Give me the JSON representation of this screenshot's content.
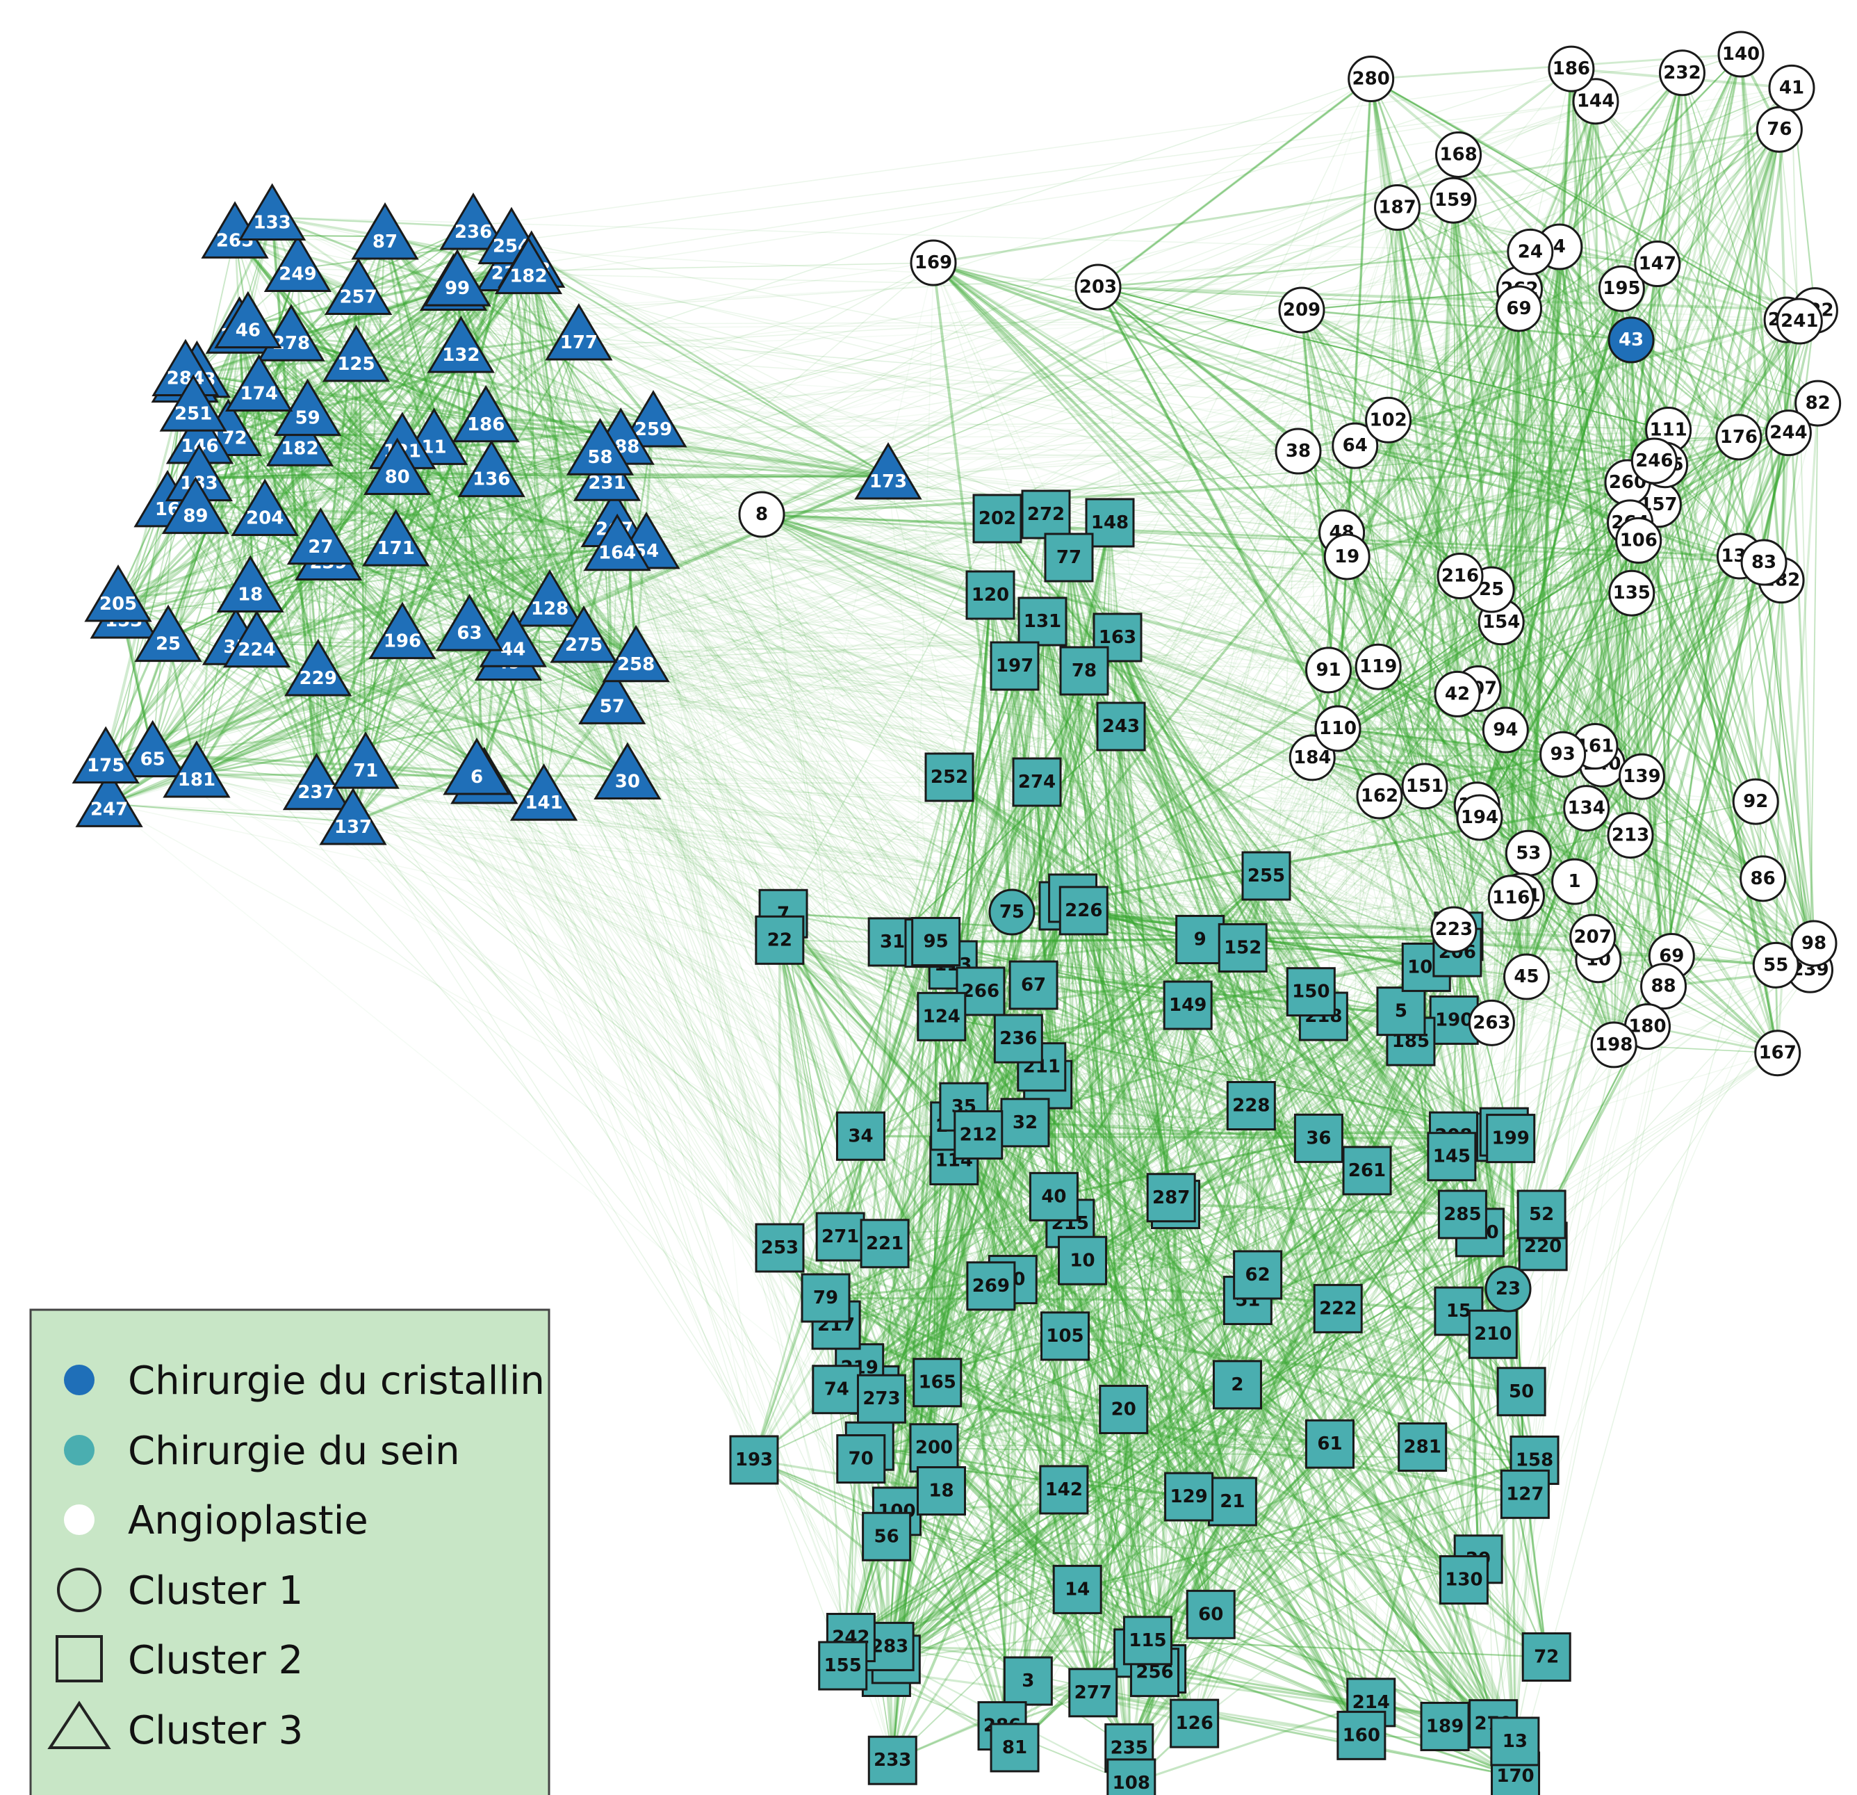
{
  "colors": {
    "chirurgie_du_cristallin": "#1f6fb8",
    "chirurgie_du_sein": "#4aaeb0",
    "angioplastie": "#ffffff",
    "edge": "#3aa832",
    "legend_bg": "#c8e6c6"
  },
  "legend": {
    "items": [
      {
        "label": "Chirurgie du cristallin",
        "symbol": "dot",
        "color": "#1f6fb8"
      },
      {
        "label": "Chirurgie du sein",
        "symbol": "dot",
        "color": "#4aaeb0"
      },
      {
        "label": "Angioplastie",
        "symbol": "dot",
        "color": "#ffffff"
      },
      {
        "label": "Cluster 1",
        "symbol": "circle-outline"
      },
      {
        "label": "Cluster 2",
        "symbol": "square-outline"
      },
      {
        "label": "Cluster 3",
        "symbol": "triangle-outline"
      }
    ]
  },
  "clusters": {
    "cluster_3_cristallin": {
      "shape": "triangle",
      "category": "Chirurgie du cristallin",
      "nodes": [
        "153",
        "57",
        "87",
        "236",
        "229",
        "128",
        "16",
        "265",
        "257",
        "267",
        "143",
        "201",
        "172",
        "33",
        "49",
        "231",
        "237",
        "268",
        "179",
        "132",
        "249",
        "239",
        "278",
        "27",
        "259",
        "11",
        "35",
        "186",
        "182",
        "25",
        "234",
        "71",
        "59",
        "146",
        "183",
        "188",
        "254",
        "284",
        "65",
        "44",
        "30",
        "171",
        "247",
        "173",
        "224",
        "251",
        "89",
        "46",
        "196",
        "58",
        "121",
        "54",
        "63",
        "258",
        "18",
        "178",
        "141",
        "204",
        "175",
        "205",
        "125",
        "181",
        "80",
        "99",
        "174",
        "275",
        "133",
        "177",
        "182",
        "136",
        "164",
        "6",
        "137"
      ]
    },
    "cluster_2_sein": {
      "shape": "square",
      "category": "Chirurgie du sein",
      "nodes": [
        "202",
        "272",
        "148",
        "77",
        "120",
        "131",
        "163",
        "197",
        "78",
        "243",
        "252",
        "274",
        "255",
        "112",
        "147",
        "21",
        "28",
        "165",
        "100",
        "219",
        "9",
        "61",
        "2",
        "113",
        "271",
        "156",
        "3",
        "60",
        "281",
        "36",
        "20",
        "214",
        "190",
        "15",
        "126",
        "276",
        "235",
        "208",
        "37",
        "97",
        "250",
        "50",
        "253",
        "105",
        "233",
        "218",
        "114",
        "152",
        "189",
        "185",
        "210",
        "266",
        "90",
        "220",
        "74",
        "228",
        "285",
        "68",
        "11",
        "277",
        "149",
        "5",
        "279",
        "96",
        "158",
        "287",
        "127",
        "222",
        "261",
        "215",
        "56",
        "73",
        "256",
        "193",
        "145",
        "32",
        "109",
        "211",
        "217",
        "245",
        "236",
        "35",
        "84",
        "115",
        "72",
        "34",
        "160",
        "283",
        "67",
        "242",
        "7",
        "29",
        "31",
        "79",
        "85",
        "51",
        "286",
        "199",
        "130",
        "206",
        "40",
        "170",
        "269",
        "221",
        "150",
        "200",
        "142",
        "52",
        "10",
        "62",
        "108",
        "129",
        "18",
        "81",
        "124",
        "226",
        "70",
        "22",
        "212",
        "270",
        "13",
        "14",
        "95",
        "273",
        "155"
      ]
    },
    "cluster_1_angioplastie": {
      "shape": "circle",
      "category": "Angioplastie",
      "nodes": [
        "140",
        "86",
        "138",
        "262",
        "69",
        "92",
        "76",
        "10",
        "248",
        "223",
        "111",
        "43",
        "239",
        "213",
        "222",
        "45",
        "53",
        "48",
        "209",
        "157",
        "144",
        "225",
        "135",
        "207",
        "101",
        "88",
        "134",
        "110",
        "191",
        "38",
        "168",
        "240",
        "167",
        "64",
        "91",
        "260",
        "107",
        "194",
        "1",
        "184",
        "195",
        "280",
        "4",
        "246",
        "161",
        "41",
        "119",
        "147",
        "187",
        "263",
        "69",
        "282",
        "264",
        "24",
        "186",
        "82",
        "139",
        "83",
        "180",
        "151",
        "110",
        "159",
        "93",
        "94",
        "162",
        "116",
        "42",
        "241",
        "198",
        "102",
        "154",
        "55",
        "106",
        "232",
        "98",
        "176",
        "25",
        "244",
        "216",
        "19",
        "75",
        "23",
        "169",
        "203",
        "8"
      ]
    }
  }
}
